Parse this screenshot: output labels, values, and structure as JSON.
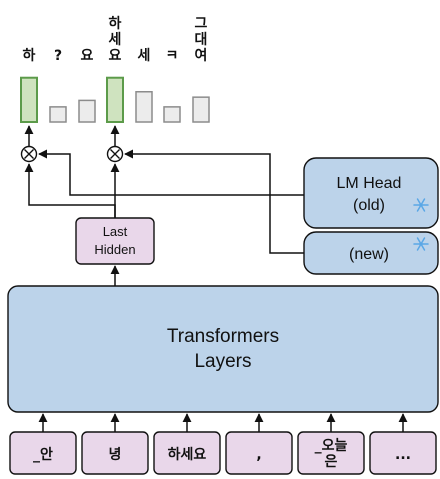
{
  "vocab_tokens": [
    {
      "lines": [
        "하"
      ],
      "highlight": true,
      "prob": 0.82
    },
    {
      "lines": [
        "?"
      ],
      "highlight": false,
      "prob": 0.28
    },
    {
      "lines": [
        "요"
      ],
      "highlight": false,
      "prob": 0.4
    },
    {
      "lines": [
        "하",
        "세",
        "요"
      ],
      "highlight": true,
      "prob": 0.82
    },
    {
      "lines": [
        "세"
      ],
      "highlight": false,
      "prob": 0.56
    },
    {
      "lines": [
        "ㅋ"
      ],
      "highlight": false,
      "prob": 0.28
    },
    {
      "lines": [
        "그",
        "대",
        "여"
      ],
      "highlight": false,
      "prob": 0.46
    }
  ],
  "last_hidden": [
    "Last",
    "Hidden"
  ],
  "lm_head_old": [
    "LM Head",
    "(old)"
  ],
  "lm_head_new": "(new)",
  "transformer": [
    "Transformers",
    "Layers"
  ],
  "input_tokens": [
    {
      "lines": [
        "_안"
      ]
    },
    {
      "lines": [
        "녕"
      ]
    },
    {
      "lines": [
        "하세요"
      ]
    },
    {
      "lines": [
        ","
      ]
    },
    {
      "lines": [
        "_오늘",
        "은"
      ]
    },
    {
      "lines": [
        "..."
      ]
    }
  ],
  "icons": {
    "multiply": "multiply-circle-icon",
    "frozen": "snowflake-icon"
  },
  "colors": {
    "block_fill": "#bcd3ea",
    "hidden_fill": "#e9d7ea",
    "input_fill": "#e9d7ea",
    "highlight_fill": "#cfe3bf",
    "highlight_stroke": "#5c9b4a",
    "bar_fill": "#ececec",
    "bar_stroke": "#8c8c8c",
    "snow": "#5aa7e6"
  }
}
